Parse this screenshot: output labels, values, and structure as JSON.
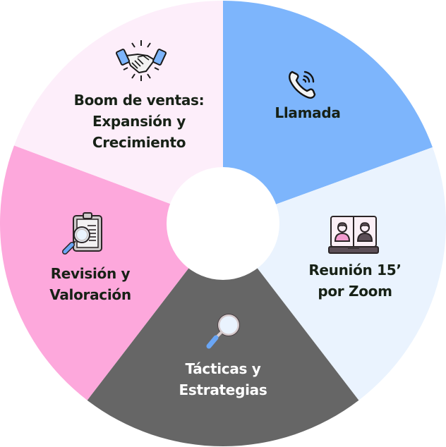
{
  "diagram": {
    "type": "segmented-ring",
    "center_hole_color": "#ffffff",
    "segments": [
      {
        "id": "llamada",
        "lines": [
          "Llamada"
        ],
        "icon": "phone-call-icon",
        "fill": "#7db5fc",
        "text_color": "#172116",
        "start_deg": 0,
        "end_deg": 70
      },
      {
        "id": "reunion",
        "lines": [
          "Reunión 15’",
          "por Zoom"
        ],
        "icon": "video-meeting-laptop-icon",
        "fill": "#eaf3fe",
        "text_color": "#172116",
        "start_deg": 70,
        "end_deg": 142.5
      },
      {
        "id": "tacticas",
        "lines": [
          "Tácticas y",
          "Estrategias"
        ],
        "icon": "magnifying-glass-icon",
        "fill": "#666666",
        "text_color": "#ffffff",
        "start_deg": 142.5,
        "end_deg": 217.5
      },
      {
        "id": "revision",
        "lines": [
          "Revisión y",
          "Valoración"
        ],
        "icon": "clipboard-search-icon",
        "fill": "#fda8dc",
        "text_color": "#172116",
        "start_deg": 217.5,
        "end_deg": 290.5
      },
      {
        "id": "boom",
        "lines": [
          "Boom de ventas:",
          "Expansión y",
          "Crecimiento"
        ],
        "icon": "handshake-icon",
        "fill": "#fdeefa",
        "text_color": "#172116",
        "start_deg": 290.5,
        "end_deg": 360
      }
    ]
  }
}
